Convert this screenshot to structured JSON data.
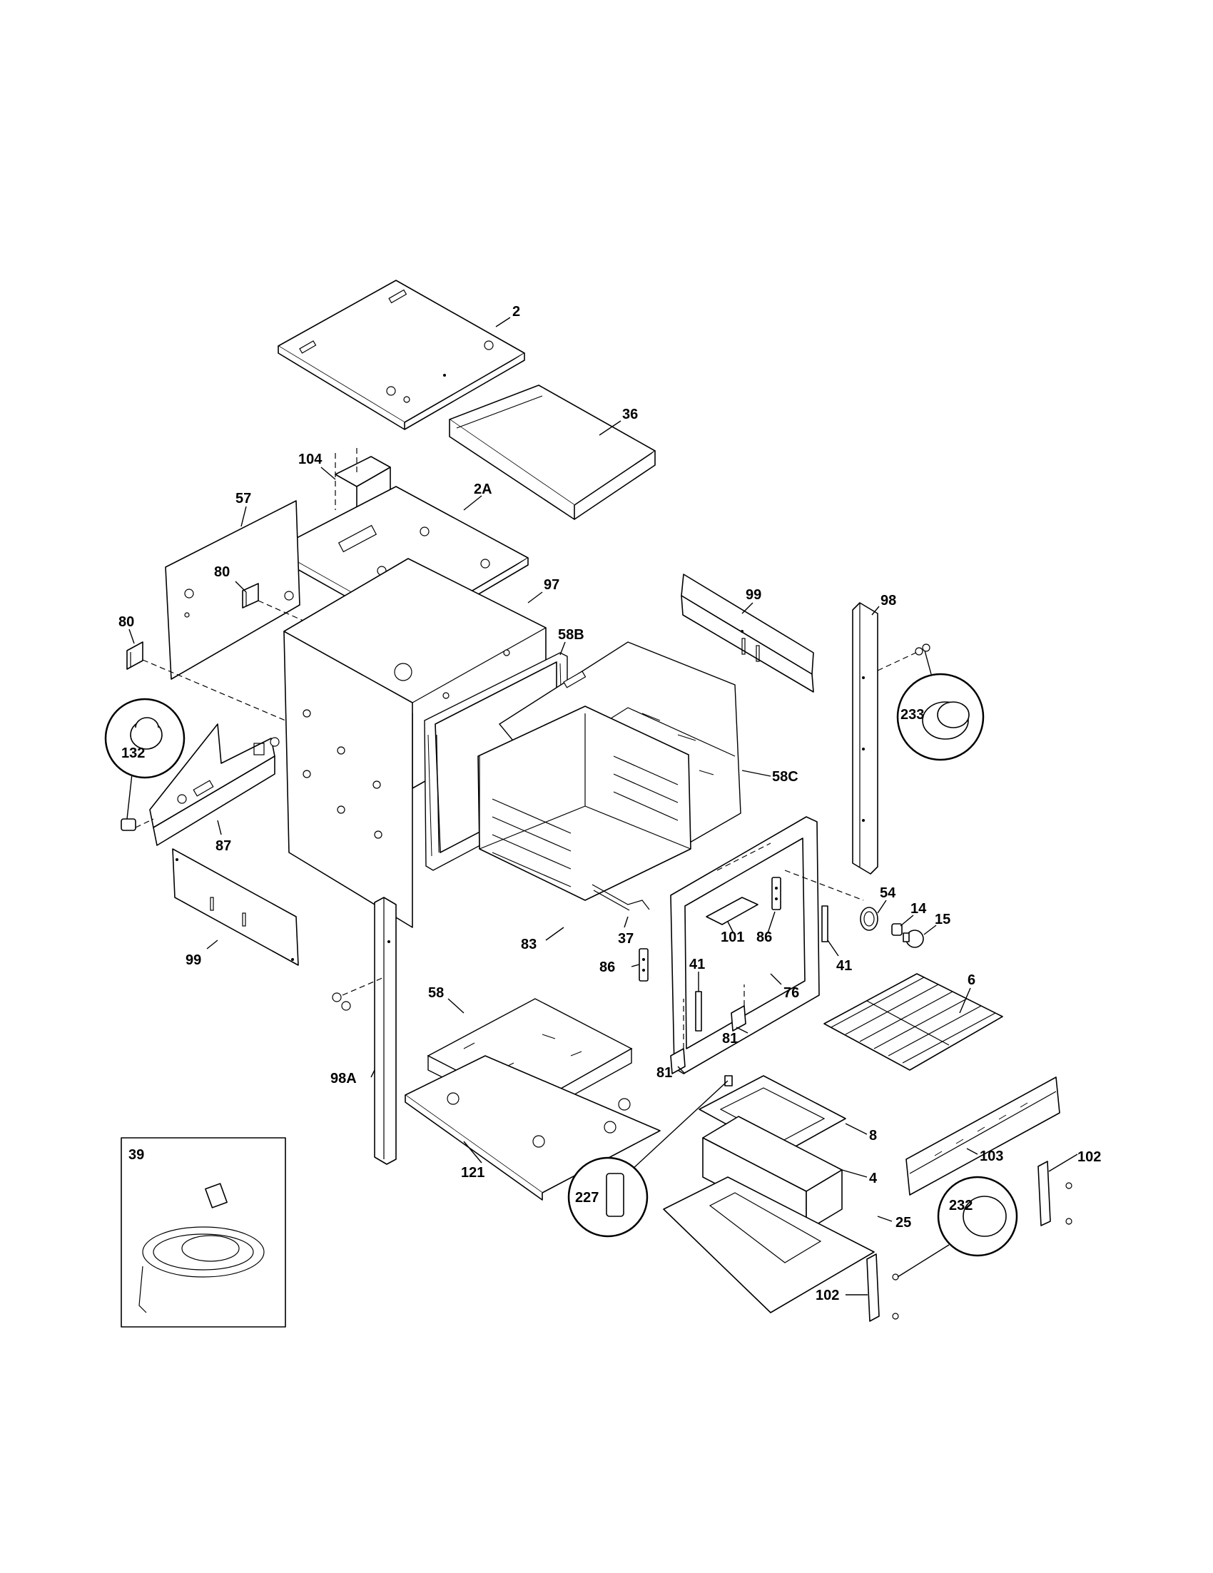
{
  "diagram": {
    "labels": {
      "p2": "2",
      "p36": "36",
      "p104": "104",
      "p2A": "2A",
      "p57": "57",
      "p80a": "80",
      "p80b": "80",
      "p97": "97",
      "p99top": "99",
      "p98": "98",
      "p58B": "58B",
      "p58C": "58C",
      "p132": "132",
      "p233": "233",
      "p87": "87",
      "p54": "54",
      "p14": "14",
      "p15": "15",
      "p99bot": "99",
      "p83": "83",
      "p37": "37",
      "p101": "101",
      "p86a": "86",
      "p86b": "86",
      "p41a": "41",
      "p41b": "41",
      "p76": "76",
      "p6": "6",
      "p58": "58",
      "p81a": "81",
      "p81b": "81",
      "p98A": "98A",
      "p8": "8",
      "p4": "4",
      "p121": "121",
      "p227": "227",
      "p103": "103",
      "p102a": "102",
      "p232": "232",
      "p25": "25",
      "p102b": "102",
      "p39": "39"
    }
  }
}
